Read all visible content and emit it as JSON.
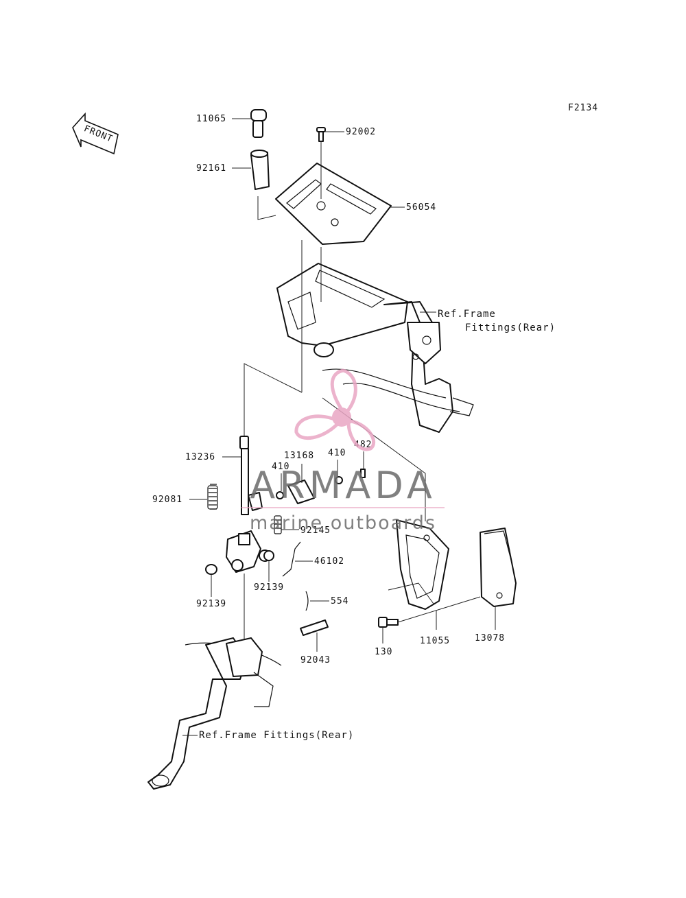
{
  "figure_code": "F2134",
  "front_arrow": "FRONT",
  "watermark": {
    "name": "ARMADA",
    "tagline": "marine outboards",
    "accent_color": "#e9a6c4",
    "text_color": "#6b6b6b"
  },
  "parts": {
    "p11065": "11065",
    "p92002": "92002",
    "p92161": "92161",
    "p56054": "56054",
    "p13236": "13236",
    "p92081": "92081",
    "p13168": "13168",
    "p410a": "410",
    "p410b": "410",
    "p482": "482",
    "p92145": "92145",
    "p46102": "46102",
    "p92139a": "92139",
    "p92139b": "92139",
    "p554": "554",
    "p92043": "92043",
    "p130": "130",
    "p11055": "11055",
    "p13078": "13078"
  },
  "refs": {
    "frame_top_1": "Ref.Frame",
    "frame_top_2": "Fittings(Rear)",
    "frame_bottom": "Ref.Frame Fittings(Rear)"
  }
}
